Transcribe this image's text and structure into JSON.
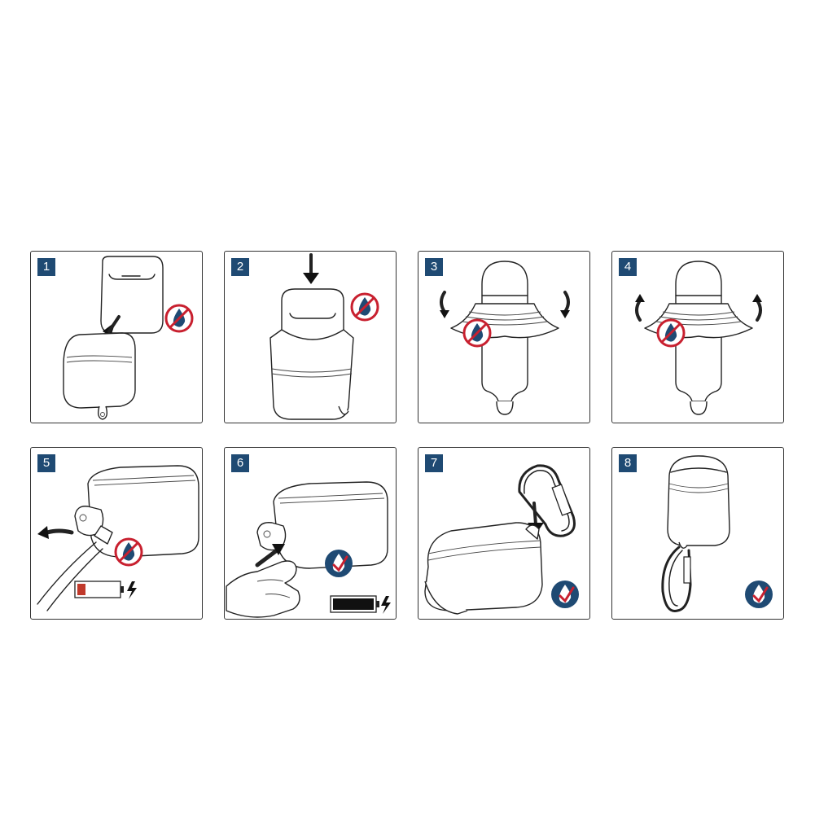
{
  "steps": [
    {
      "number": "1",
      "water": "no",
      "icon": "no-water-icon"
    },
    {
      "number": "2",
      "water": "no",
      "icon": "no-water-icon"
    },
    {
      "number": "3",
      "water": "no",
      "icon": "no-water-icon"
    },
    {
      "number": "4",
      "water": "no",
      "icon": "no-water-icon"
    },
    {
      "number": "5",
      "water": "no",
      "icon": "no-water-icon",
      "battery": {
        "level": 0.2,
        "color": "#c0392b"
      }
    },
    {
      "number": "6",
      "water": "yes",
      "icon": "water-ok-icon",
      "battery": {
        "level": 1.0,
        "color": "#111111"
      }
    },
    {
      "number": "7",
      "water": "yes",
      "icon": "water-ok-icon"
    },
    {
      "number": "8",
      "water": "yes",
      "icon": "water-ok-icon"
    }
  ],
  "colors": {
    "badge": "#1f4a73",
    "drop": "#1f4a73",
    "prohibit": "#c8202f",
    "check": "#c8202f"
  }
}
